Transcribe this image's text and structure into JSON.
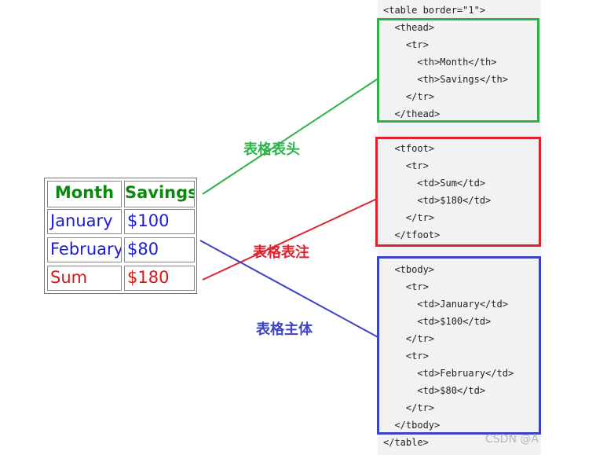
{
  "code": {
    "lines": [
      "<table border=\"1\">",
      "  <thead>",
      "    <tr>",
      "      <th>Month</th>",
      "      <th>Savings</th>",
      "    </tr>",
      "  </thead>",
      "  <tfoot>",
      "    <tr>",
      "      <td>Sum</td>",
      "      <td>$180</td>",
      "    </tr>",
      "  </tfoot>",
      "  <tbody>",
      "    <tr>",
      "      <td>January</td>",
      "      <td>$100</td>",
      "    </tr>",
      "    <tr>",
      "      <td>February</td>",
      "      <td>$80</td>",
      "    </tr>",
      "  </tbody>",
      "</table>"
    ]
  },
  "table": {
    "header": [
      "Month",
      "Savings"
    ],
    "rows": [
      [
        "January",
        "$100"
      ],
      [
        "February",
        "$80"
      ]
    ],
    "footer": [
      "Sum",
      "$180"
    ]
  },
  "labels": {
    "thead": "表格表头",
    "tfoot": "表格表注",
    "tbody": "表格主体"
  },
  "colors": {
    "thead": "#2db34a",
    "tfoot": "#e0222c",
    "tbody": "#3d44c4"
  },
  "watermark": "CSDN @A"
}
